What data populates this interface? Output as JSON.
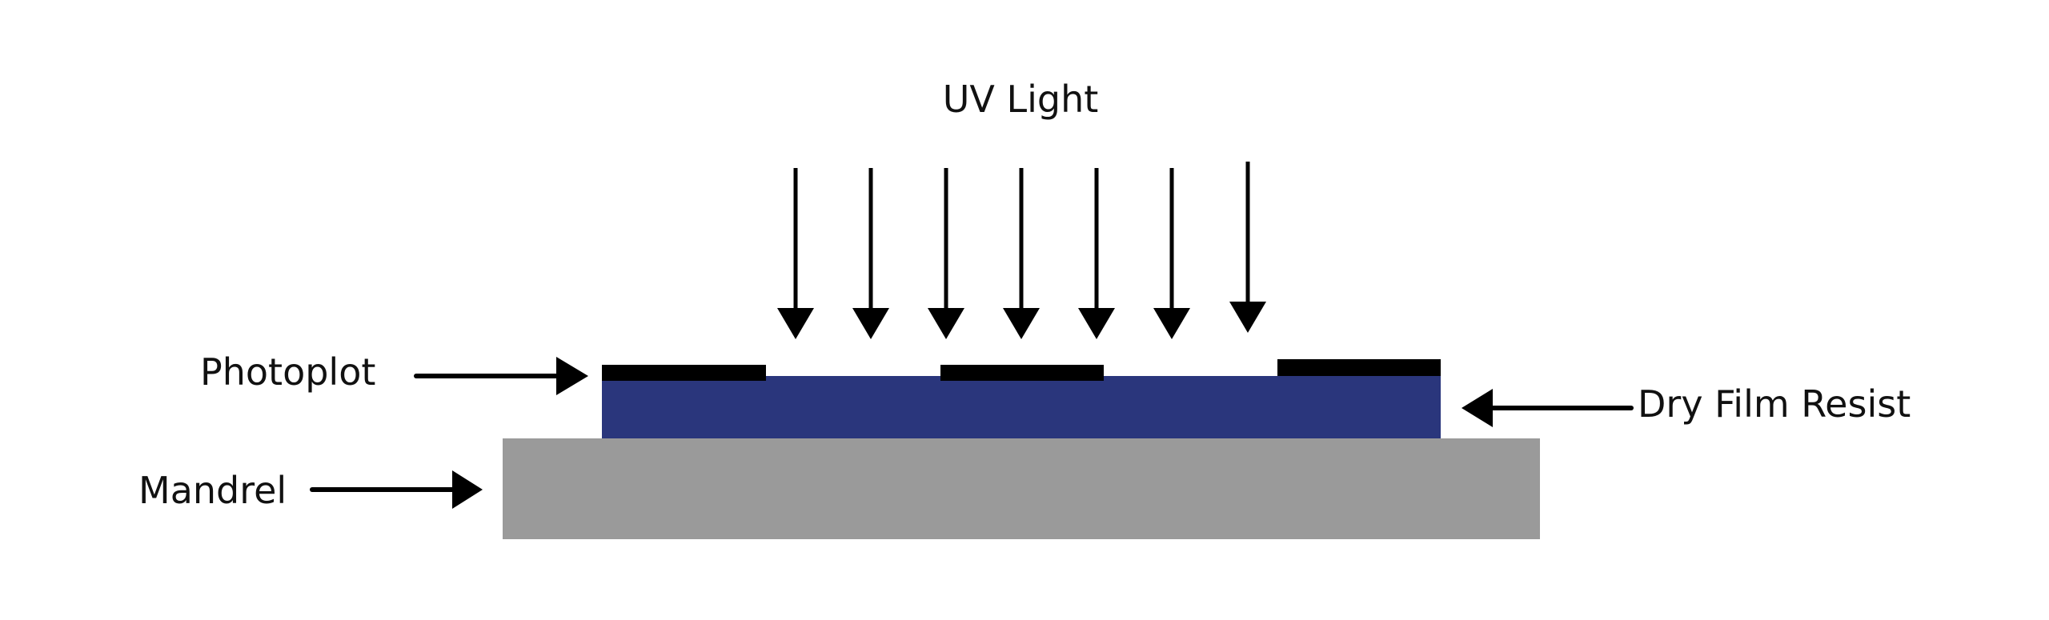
{
  "labels": {
    "uv_light": "UV Light",
    "photoplot": "Photoplot",
    "mandrel": "Mandrel",
    "dry_film_resist": "Dry Film Resist"
  },
  "colors": {
    "mandrel": "#9a9a9a",
    "dry_film_resist": "#2a367c",
    "photoplot": "#000000",
    "arrow": "#000000",
    "text": "#111111",
    "background": "#ffffff"
  },
  "uv_arrow_count": 7
}
